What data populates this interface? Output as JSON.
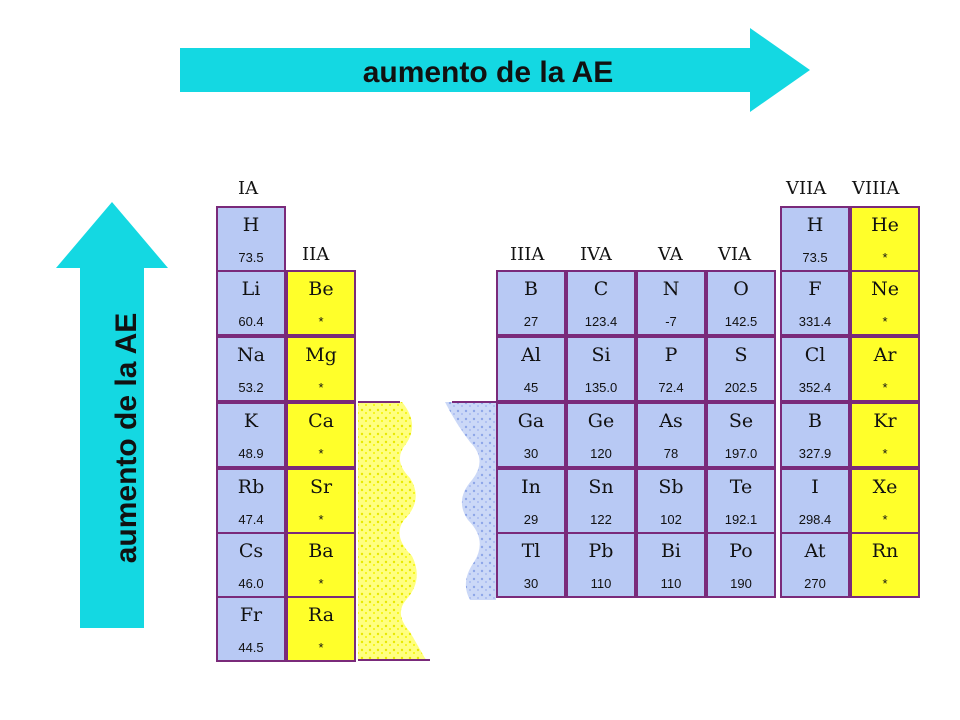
{
  "arrows": {
    "horizontal_label": "aumento de la AE",
    "vertical_label": "aumento de la AE",
    "color": "#14d8e2"
  },
  "colors": {
    "border": "#7a2a7a",
    "main_group": "#b8c9f4",
    "noble_alkaline": "#ffff2a"
  },
  "groups": {
    "ia": "IA",
    "iia": "IIA",
    "iiia": "IIIA",
    "iva": "IVA",
    "va": "VA",
    "via": "VIA",
    "viia": "VIIA",
    "viiia": "VIIIA"
  },
  "ia": [
    {
      "symbol": "H",
      "value": "73.5"
    },
    {
      "symbol": "Li",
      "value": "60.4"
    },
    {
      "symbol": "Na",
      "value": "53.2"
    },
    {
      "symbol": "K",
      "value": "48.9"
    },
    {
      "symbol": "Rb",
      "value": "47.4"
    },
    {
      "symbol": "Cs",
      "value": "46.0"
    },
    {
      "symbol": "Fr",
      "value": "44.5"
    }
  ],
  "iia": [
    {
      "symbol": "Be",
      "value": "*"
    },
    {
      "symbol": "Mg",
      "value": "*"
    },
    {
      "symbol": "Ca",
      "value": "*"
    },
    {
      "symbol": "Sr",
      "value": "*"
    },
    {
      "symbol": "Ba",
      "value": "*"
    },
    {
      "symbol": "Ra",
      "value": "*"
    }
  ],
  "iiia": [
    {
      "symbol": "B",
      "value": "27"
    },
    {
      "symbol": "Al",
      "value": "45"
    },
    {
      "symbol": "Ga",
      "value": "30"
    },
    {
      "symbol": "In",
      "value": "29"
    },
    {
      "symbol": "Tl",
      "value": "30"
    }
  ],
  "iva": [
    {
      "symbol": "C",
      "value": "123.4"
    },
    {
      "symbol": "Si",
      "value": "135.0"
    },
    {
      "symbol": "Ge",
      "value": "120"
    },
    {
      "symbol": "Sn",
      "value": "122"
    },
    {
      "symbol": "Pb",
      "value": "110"
    }
  ],
  "va": [
    {
      "symbol": "N",
      "value": "-7"
    },
    {
      "symbol": "P",
      "value": "72.4"
    },
    {
      "symbol": "As",
      "value": "78"
    },
    {
      "symbol": "Sb",
      "value": "102"
    },
    {
      "symbol": "Bi",
      "value": "110"
    }
  ],
  "via": [
    {
      "symbol": "O",
      "value": "142.5"
    },
    {
      "symbol": "S",
      "value": "202.5"
    },
    {
      "symbol": "Se",
      "value": "197.0"
    },
    {
      "symbol": "Te",
      "value": "192.1"
    },
    {
      "symbol": "Po",
      "value": "190"
    }
  ],
  "viia": [
    {
      "symbol": "H",
      "value": "73.5"
    },
    {
      "symbol": "F",
      "value": "331.4"
    },
    {
      "symbol": "Cl",
      "value": "352.4"
    },
    {
      "symbol": "B",
      "value": "327.9"
    },
    {
      "symbol": "I",
      "value": "298.4"
    },
    {
      "symbol": "At",
      "value": "270"
    }
  ],
  "viiia": [
    {
      "symbol": "He",
      "value": "*"
    },
    {
      "symbol": "Ne",
      "value": "*"
    },
    {
      "symbol": "Ar",
      "value": "*"
    },
    {
      "symbol": "Kr",
      "value": "*"
    },
    {
      "symbol": "Xe",
      "value": "*"
    },
    {
      "symbol": "Rn",
      "value": "*"
    }
  ]
}
